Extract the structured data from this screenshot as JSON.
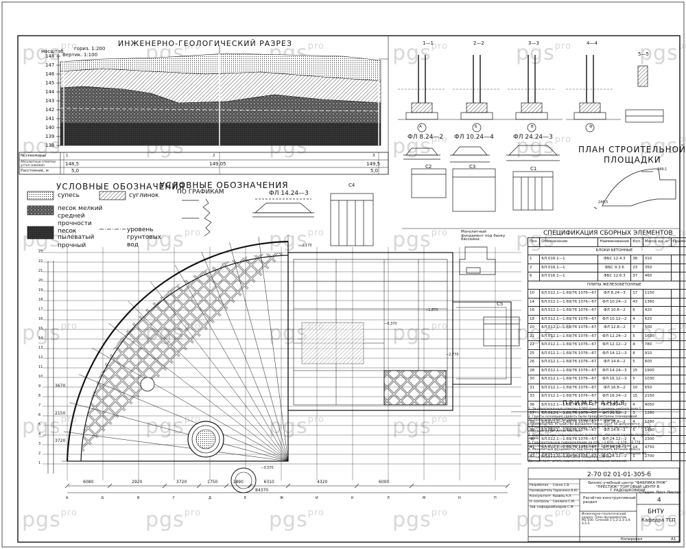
{
  "sheet": {
    "profile": {
      "title": "ИНЖЕНЕРНО-ГЕОЛОГИЧЕСКИЙ РАЗРЕЗ",
      "scale_label": "масштаб",
      "scale_h": "гориз. 1:200",
      "scale_v": "Вертик. 1:100",
      "elevations": [
        "148",
        "147",
        "146",
        "145",
        "144",
        "143",
        "142",
        "141",
        "140",
        "139",
        "138"
      ],
      "row_wells": "№ скважины",
      "row_abs": "Абсолютные отметки устья скважин",
      "row_dist": "Расстояние, м",
      "wells": [
        "1",
        "2",
        "3"
      ],
      "abs_values": [
        "148,5",
        "149,05",
        "149,5"
      ],
      "dist_values": [
        "5,0",
        "5,0"
      ]
    },
    "legend": {
      "title": "УСЛОВНЫЕ ОБОЗНАЧЕНИЯ",
      "items": [
        "супесь",
        "суглинок",
        "песок мелкий",
        "средней",
        "прочности",
        "песок пылеватый",
        "прочный",
        "уровень грунтовых вод"
      ]
    },
    "graph_legend": {
      "title": "УСЛОВНЫЕ ОБОЗНАЧЕНИЯ",
      "subtitle": "ПО ГРАФИКАМ"
    },
    "sections": {
      "labels": [
        "1—1",
        "2—2",
        "3—3",
        "4—4",
        "5—5"
      ],
      "axes": [
        "А",
        "Б",
        "В",
        "Ф"
      ]
    },
    "blocks": [
      "ФЛ 8.24—2",
      "ФЛ 10.24—4",
      "ФЛ 24.24—3",
      "ФЛ 14.24—3",
      "С4",
      "С2",
      "С3",
      "С1",
      "С5"
    ],
    "site_plan": {
      "title_line1": "ПЛАН СТРОИТЕЛЬНОЙ",
      "title_line2": "ПЛОЩАДКИ"
    },
    "spec": {
      "title": "СПЕЦИФИКАЦИЯ СБОРНЫХ ЭЛЕМЕНТОВ",
      "headers": [
        "Поз.",
        "Обозначение",
        "Наименование",
        "Кол.",
        "Масса ед.,кг",
        "Приме-чание"
      ],
      "group1": "БЛОКИ БЕТОННЫЕ",
      "group2": "ПЛИТЫ ЖЕЛЕЗОБЕТОННЫЕ",
      "rows1": [
        [
          "1",
          "БЛ.016.1—1",
          "ФБС 12.4.3",
          "38",
          "310"
        ],
        [
          "2",
          "БЛ.016.1—1",
          "ФБС 9.3.6",
          "23",
          "350"
        ],
        [
          "6",
          "БЛ.016.1—1",
          "ФБС 12.6.3",
          "37",
          "460"
        ]
      ],
      "rows2": [
        [
          "10",
          "БЛ.012.1—1.69/76 1076—67",
          "ФЛ 8.24—3",
          "17",
          "1150"
        ],
        [
          "14",
          "БЛ.012.1—1.69/76 1076—67",
          "ФЛ 10.24—2",
          "43",
          "1360"
        ],
        [
          "16",
          "БЛ.012.1—1.69/76 1076—67",
          "ФЛ 10.8—2",
          "6",
          "420"
        ],
        [
          "18",
          "БЛ.012.1—1.69/76 1076—67",
          "ФЛ 10.12—2",
          "4",
          "620"
        ],
        [
          "20",
          "БЛ.012.1—1.69/76 1076—67",
          "ФЛ 12.8—2",
          "7",
          "500"
        ],
        [
          "21",
          "БЛ.012.1—1.69/76 1076—67",
          "ФЛ 12.24—2",
          "5",
          "1630"
        ],
        [
          "22",
          "БЛ.012.1—1.69/76 1076—67",
          "ФЛ 12.12—2",
          "4",
          "780"
        ],
        [
          "25",
          "БЛ.012.1—1.69/76 1076—67",
          "ФЛ 14.12—3",
          "8",
          "910"
        ],
        [
          "26",
          "БЛ.012.1—1.69/76 1076—67",
          "ФЛ 14.8—2",
          "5",
          "600"
        ],
        [
          "28",
          "БЛ.012.1—1.69/76 1076—67",
          "ФЛ 14.24—3",
          "15",
          "1900"
        ],
        [
          "30",
          "БЛ.012.1—1.69/76 1076—67",
          "ФЛ 16.12—3",
          "5",
          "1030"
        ],
        [
          "31",
          "БЛ.012.1—1.69/76 1076—67",
          "ФЛ 16.8—2",
          "10",
          "650"
        ],
        [
          "33",
          "БЛ.012.1—1.69/76 1076—67",
          "ФЛ 16.24—2",
          "15",
          "2150"
        ],
        [
          "36",
          "БЛ.012.1—1.69/76 1076—67",
          "ФЛ 28.24—2",
          "4",
          "4050"
        ],
        [
          "37",
          "БЛ.012.1—1.69/76 1076—67",
          "ФЛ 20.12—2",
          "3",
          "1260"
        ],
        [
          "38",
          "БЛ.012.1—1.69/76 1076—67",
          "ФЛ 28.8—2",
          "4",
          "1280"
        ],
        [
          "39",
          "БЛ.012.1—1.69/76 1076—67",
          "ФЛ 24.8—2",
          "5",
          "1400"
        ],
        [
          "40",
          "БЛ.012.1—1.69/76 1076—67",
          "ФЛ 24.12—2",
          "4",
          "2300"
        ],
        [
          "41",
          "БЛ.012.1—1.69/76 1076—67",
          "ФЛ 24.24—2",
          "14",
          "4750"
        ],
        [
          "42",
          "БЛ.012.1—1.69/76 1076—67",
          "ФЛ 28.12—2",
          "1",
          "2700"
        ]
      ]
    },
    "notes": {
      "title": "П Р И М Е Ч А Н И Я",
      "lines": [
        "1. За относительную отметку 0,000 принят уровень чистого пола 1",
        "этажа, что соответствует абсолютной отметке 151,95м.",
        "2. Грунты основания сдавать были предусмотрены планировкой",
        "до проектной отметки земли ландшафтов в период",
        "строительства. Устройство фундаментов на грунт не допускается.",
        "3. Горизонтальную гидроизоляцию на отм. −0,370 выполнить из 2 слоёв",
        "изоляции на битумной мастике.",
        "4. Вертикальную гидроизоляцию выполнить обмазкой горячим битумом за",
        "2 раза.",
        "5. Горизонтальную гидроизоляцию на отм. −1,870, −2,170, −2,770",
        "выполнить из слоя цементного раствора 1:2 толщиной 20 мм.",
        "6. Монолитные фундаменты под банку выполнить бетоном класса",
        "С18/20. Ферма сварными сетками Ø6 А400 шагом 150 мм, площадь Ø6.",
        "по подготовке из бетона С8/10 толщиной 100 мм.",
        "Данный лист читать совместно с пояснительной запиской."
      ]
    },
    "stamp": {
      "code": "2-70 02 01-01-305-б",
      "project": "Бизнес-учебный центр \"ФАБРИКА РНЖ\" \"ПРЕСТИЖ\" ТОРГОВЫЙ ЦЕНТР В Г.РАДОШКОВИЧИ",
      "part": "Расчётно-конструктивный раздел",
      "sheet_desc": "Инженерно-геологический разрез. План фундаментов М1:100. Сечения 1-1,2-2,3-3,4-4,5-5",
      "sheet_no": "4",
      "sheet_label": "Лист",
      "sheets_label": "Листов",
      "stage": "Стадия",
      "org": "БНТУ",
      "group": "Кафедра ТСП",
      "format": "Копировал",
      "a1": "А1",
      "roles": [
        "Разработал",
        "Руководитель",
        "Консультант",
        "Н. контроль",
        "Зав. кафедрой"
      ],
      "names": [
        "Сахно С.В.",
        "Тарасенко В.Ю.",
        "Кравец А.А.",
        "Смолина С.М.",
        "Лазарев С.М."
      ]
    },
    "plan": {
      "dims_bottom": [
        "6080",
        "2920",
        "3720",
        "1750",
        "1890",
        "6310",
        "4320",
        "6000"
      ],
      "total_dim": "84370",
      "dims_left": [
        "3670",
        "2150",
        "3720"
      ],
      "marks": [
        "−2,170",
        "−0,370",
        "−1,870",
        "−2,770",
        "−3,370"
      ],
      "row_axes": [
        "23",
        "22",
        "21",
        "20",
        "19",
        "18",
        "17",
        "16",
        "15",
        "14",
        "13",
        "12",
        "11",
        "10",
        "9",
        "8",
        "7",
        "6",
        "5",
        "4",
        "3",
        "2",
        "1"
      ],
      "col_axes": [
        "А",
        "Б",
        "В",
        "Г",
        "Д",
        "Е",
        "Ж",
        "И",
        "К",
        "Л",
        "М",
        "Н",
        "П"
      ]
    },
    "misc": {
      "monolithic": "Монолитный фундамент под банку бассейна",
      "c4_label": "С4"
    },
    "watermark": "pgs",
    "watermark_sup": "pro"
  }
}
